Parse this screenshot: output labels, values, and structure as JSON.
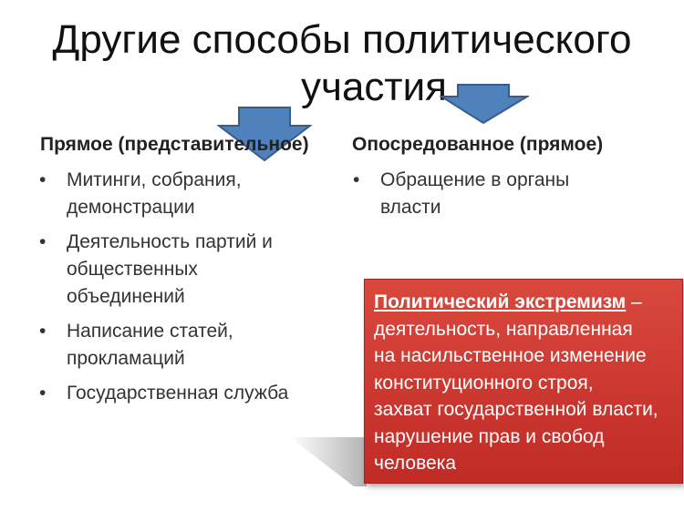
{
  "title": {
    "line1": "Другие способы политического",
    "line2": "участия"
  },
  "left_column": {
    "heading": "Прямое (представительное)",
    "items": [
      {
        "line1": "Митинги, собрания,",
        "line2": "демонстрации"
      },
      {
        "line1": "Деятельность партий и",
        "line2": "общественных",
        "line3": "объединений"
      },
      {
        "line1": "Написание статей,",
        "line2": "прокламаций"
      },
      {
        "line1": "Государственная служба"
      }
    ]
  },
  "right_column": {
    "heading": "Опосредованное (прямое)",
    "items": [
      {
        "line1": "Обращение в органы",
        "line2": "власти"
      }
    ]
  },
  "definition_box": {
    "term": "Политический экстремизм",
    "dash": " –",
    "lines": [
      "деятельность, направленная",
      "на насильственное изменение",
      "конституционного строя,",
      "захват государственной власти,",
      "нарушение прав и свобод",
      "человека"
    ]
  },
  "colors": {
    "arrow_fill": "#4f81bd",
    "arrow_stroke": "#385d8a",
    "box_fill": "#c9302c",
    "text": "#222222"
  },
  "icons": [
    "down-arrow-icon",
    "down-arrow-icon",
    "bullet-icon"
  ]
}
